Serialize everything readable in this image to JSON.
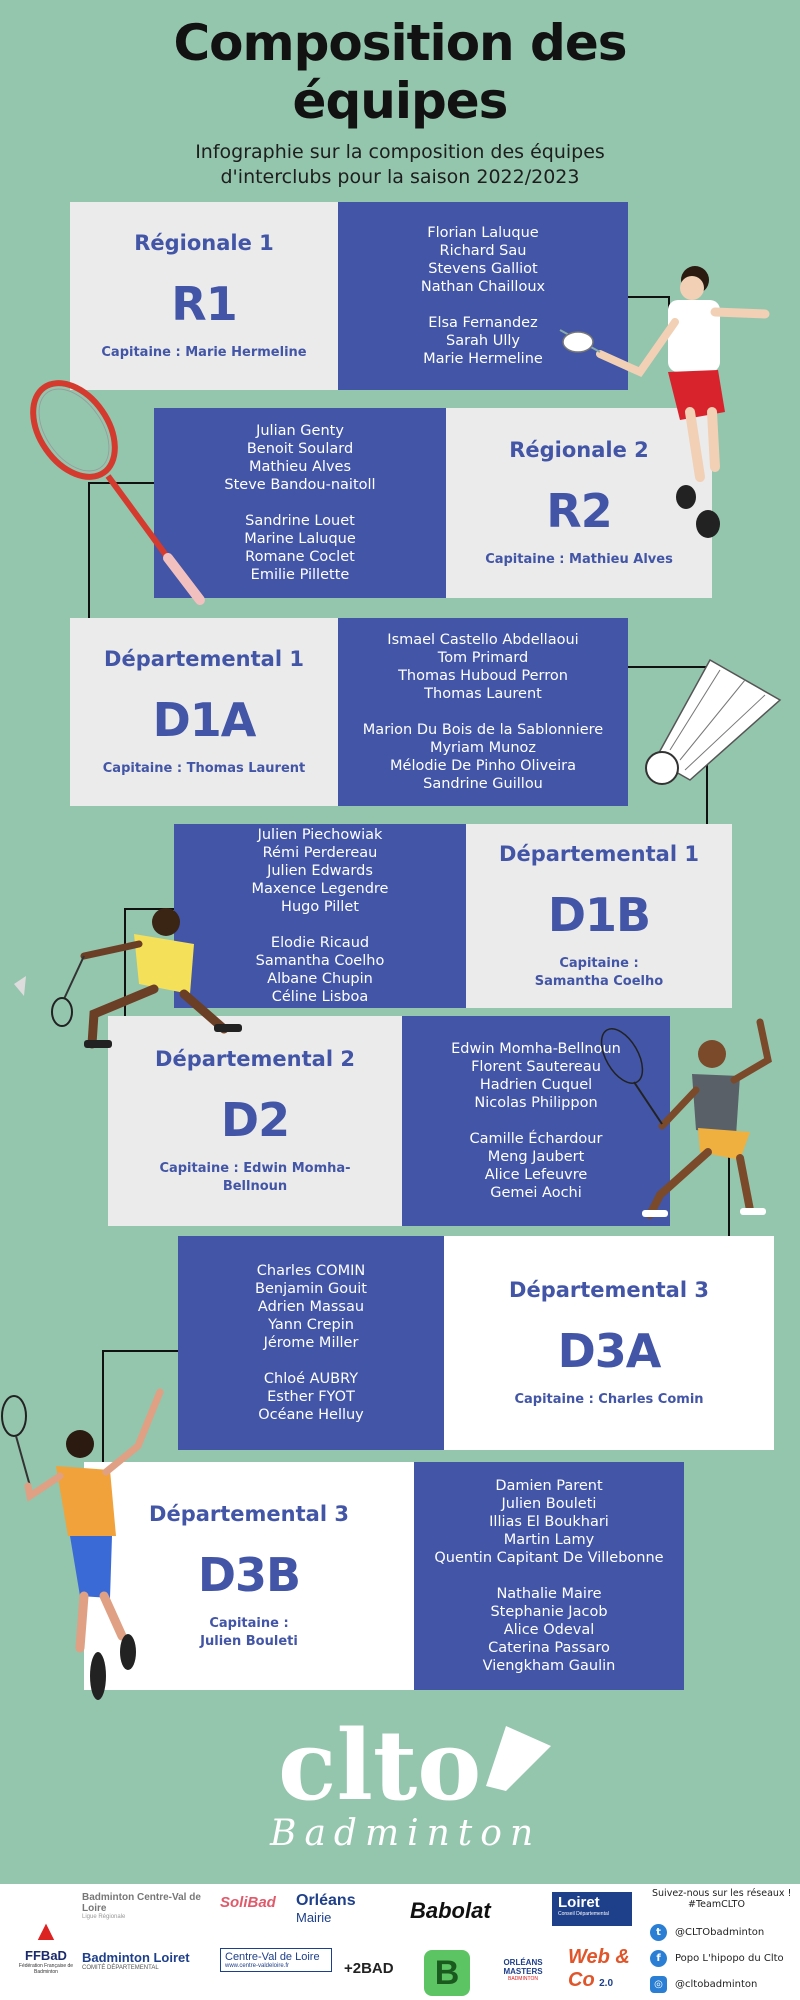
{
  "header": {
    "title": "Composition des équipes",
    "title_line1": "Composition des",
    "title_line2": "équipes",
    "subtitle_line1": "Infographie sur la composition des équipes",
    "subtitle_line2": "d'interclubs pour la saison 2022/2023"
  },
  "teams": [
    {
      "level": "Régionale 1",
      "code": "R1",
      "captain": "Capitaine : Marie Hermeline",
      "men": [
        "Florian Laluque",
        "Richard Sau",
        "Stevens Galliot",
        "Nathan Chailloux"
      ],
      "women": [
        "Elsa Fernandez",
        "Sarah Ully",
        "Marie Hermeline"
      ]
    },
    {
      "level": "Régionale 2",
      "code": "R2",
      "captain": "Capitaine : Mathieu Alves",
      "men": [
        "Julian Genty",
        "Benoit Soulard",
        "Mathieu Alves",
        "Steve Bandou-naitoll"
      ],
      "women": [
        "Sandrine Louet",
        "Marine Laluque",
        "Romane Coclet",
        "Emilie Pillette"
      ]
    },
    {
      "level": "Départemental 1",
      "code": "D1A",
      "captain": "Capitaine : Thomas Laurent",
      "men": [
        "Ismael Castello Abdellaoui",
        "Tom Primard",
        "Thomas Huboud Perron",
        "Thomas Laurent"
      ],
      "women": [
        "Marion Du Bois de la Sablonniere",
        "Myriam Munoz",
        "Mélodie De Pinho Oliveira",
        "Sandrine Guillou"
      ]
    },
    {
      "level": "Départemental 1",
      "code": "D1B",
      "captain": "Capitaine : Samantha Coelho",
      "captain_line1": "Capitaine :",
      "captain_line2": "Samantha Coelho",
      "men": [
        "Julien Piechowiak",
        "Rémi Perdereau",
        "Julien Edwards",
        "Maxence Legendre",
        "Hugo Pillet"
      ],
      "women": [
        "Elodie Ricaud",
        "Samantha Coelho",
        "Albane Chupin",
        "Céline Lisboa"
      ]
    },
    {
      "level": "Départemental 2",
      "code": "D2",
      "captain": "Capitaine : Edwin Momha-Bellnoun",
      "captain_line1": "Capitaine : Edwin Momha-",
      "captain_line2": "Bellnoun",
      "men": [
        "Edwin Momha-Bellnoun",
        "Florent Sautereau",
        "Hadrien Cuquel",
        "Nicolas Philippon"
      ],
      "women": [
        "Camille Échardour",
        "Meng Jaubert",
        "Alice Lefeuvre",
        "Gemei Aochi"
      ]
    },
    {
      "level": "Départemental 3",
      "code": "D3A",
      "captain": "Capitaine : Charles Comin",
      "men": [
        "Charles COMIN",
        "Benjamin Gouit",
        "Adrien Massau",
        "Yann Crepin",
        "Jérome Miller"
      ],
      "women": [
        "Chloé AUBRY",
        "Esther FYOT",
        "Océane Helluy"
      ]
    },
    {
      "level": "Départemental 3",
      "code": "D3B",
      "captain": "Capitaine : Julien Bouleti",
      "captain_line1": "Capitaine :",
      "captain_line2": "Julien Bouleti",
      "men": [
        "Damien Parent",
        "Julien Bouleti",
        "Illias El Boukhari",
        "Martin Lamy",
        "Quentin Capitant De Villebonne"
      ],
      "women": [
        "Nathalie Maire",
        "Stephanie Jacob",
        "Alice Odeval",
        "Caterina Passaro",
        "Viengkham Gaulin"
      ]
    }
  ],
  "club_logo": {
    "name": "clto",
    "sub": "Badminton"
  },
  "footer": {
    "logos": {
      "ffbad": "FFBaD",
      "ffbad_sub": "Fédération Française de Badminton",
      "cvl": "Badminton Centre-Val de Loire",
      "cvl_sub": "Ligue Régionale",
      "solibad": "SoliBad",
      "orleans": "Orléans",
      "orleans_sub": "Mairie",
      "babolat": "Babolat",
      "loiret": "Loiret",
      "loiret_sub": "Conseil Départemental",
      "badminton_loiret": "Badminton Loiret",
      "badminton_loiret_sub": "COMITÉ DÉPARTEMENTAL",
      "centre_vdl": "Centre-Val de Loire",
      "centre_vdl_url": "www.centre-valdeloire.fr",
      "tobad": "+2BAD",
      "b_logo": "B",
      "orleans_masters": "ORLÉANS MASTERS",
      "orleans_masters_sub": "BADMINTON",
      "webco": "Web & Co",
      "webco_ver": "2.0"
    },
    "social": {
      "heading": "Suivez-nous sur les réseaux !",
      "hashtag": "#TeamCLTO",
      "twitter": "@CLTObadminton",
      "facebook": "Popo L'hipopo du Clto",
      "instagram": "@cltobadminton"
    }
  }
}
